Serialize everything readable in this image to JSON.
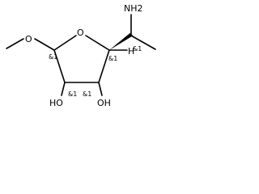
{
  "labels": {
    "nh2": "NH2",
    "o_methoxy": "O",
    "o_ring": "O",
    "h": "H",
    "oh_left": "HO",
    "oh_right": "OH",
    "stereo_c1": "&1",
    "stereo_c2": "&1",
    "stereo_c3": "&1",
    "stereo_c4": "&1",
    "stereo_c5": "&1"
  }
}
